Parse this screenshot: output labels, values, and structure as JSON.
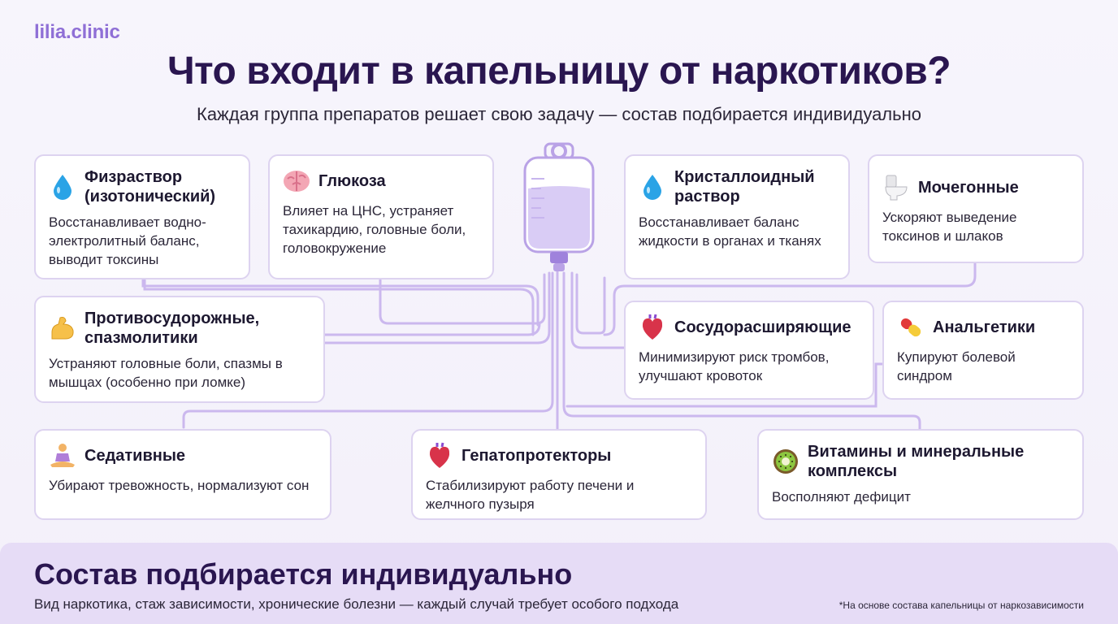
{
  "brand": "lilia.clinic",
  "title": "Что входит в капельницу от наркотиков?",
  "subtitle": "Каждая группа препаратов решает свою задачу — состав подбирается индивидуально",
  "cards": [
    {
      "title": "Физраствор (изотонический)",
      "desc": "Восстанавливает водно-электролитный баланс, выводит токсины",
      "icon": "water-drop-icon"
    },
    {
      "title": "Глюкоза",
      "desc": "Влияет на ЦНС, устраняет тахикардию, головные боли, головокружение",
      "icon": "brain-icon"
    },
    {
      "title": "Кристаллоидный раствор",
      "desc": "Восстанавливает баланс жидкости в органах и тканях",
      "icon": "water-drop-icon"
    },
    {
      "title": "Мочегонные",
      "desc": "Ускоряют выведение токсинов и шлаков",
      "icon": "toilet-icon"
    },
    {
      "title": "Противосудорожные, спазмолитики",
      "desc": "Устраняют головные боли, спазмы в мышцах (особенно при ломке)",
      "icon": "flexed-biceps-icon"
    },
    {
      "title": "Сосудорасширяющие",
      "desc": "Минимизируют риск тромбов, улучшают кровоток",
      "icon": "anatomical-heart-icon"
    },
    {
      "title": "Анальгетики",
      "desc": "Купируют болевой синдром",
      "icon": "pill-icon"
    },
    {
      "title": "Седативные",
      "desc": "Убирают тревожность, нормализуют сон",
      "icon": "meditating-person-icon"
    },
    {
      "title": "Гепатопротекторы",
      "desc": "Стабилизируют работу печени и желчного пузыря",
      "icon": "anatomical-heart-icon"
    },
    {
      "title": "Витамины и минеральные комплексы",
      "desc": "Восполняют дефицит",
      "icon": "kiwi-icon"
    }
  ],
  "footer": {
    "title": "Состав подбирается индивидуально",
    "desc": "Вид наркотика, стаж зависимости, хронические болезни — каждый случай требует особого подхода",
    "footnote": "*На основе состава капельницы от наркозависимости"
  },
  "colors": {
    "accent": "#8f6fd6",
    "title": "#2a1650",
    "line": "#cbb8ee",
    "card_border": "#ddd3f0",
    "footer_bg": "#e6dcf6"
  }
}
